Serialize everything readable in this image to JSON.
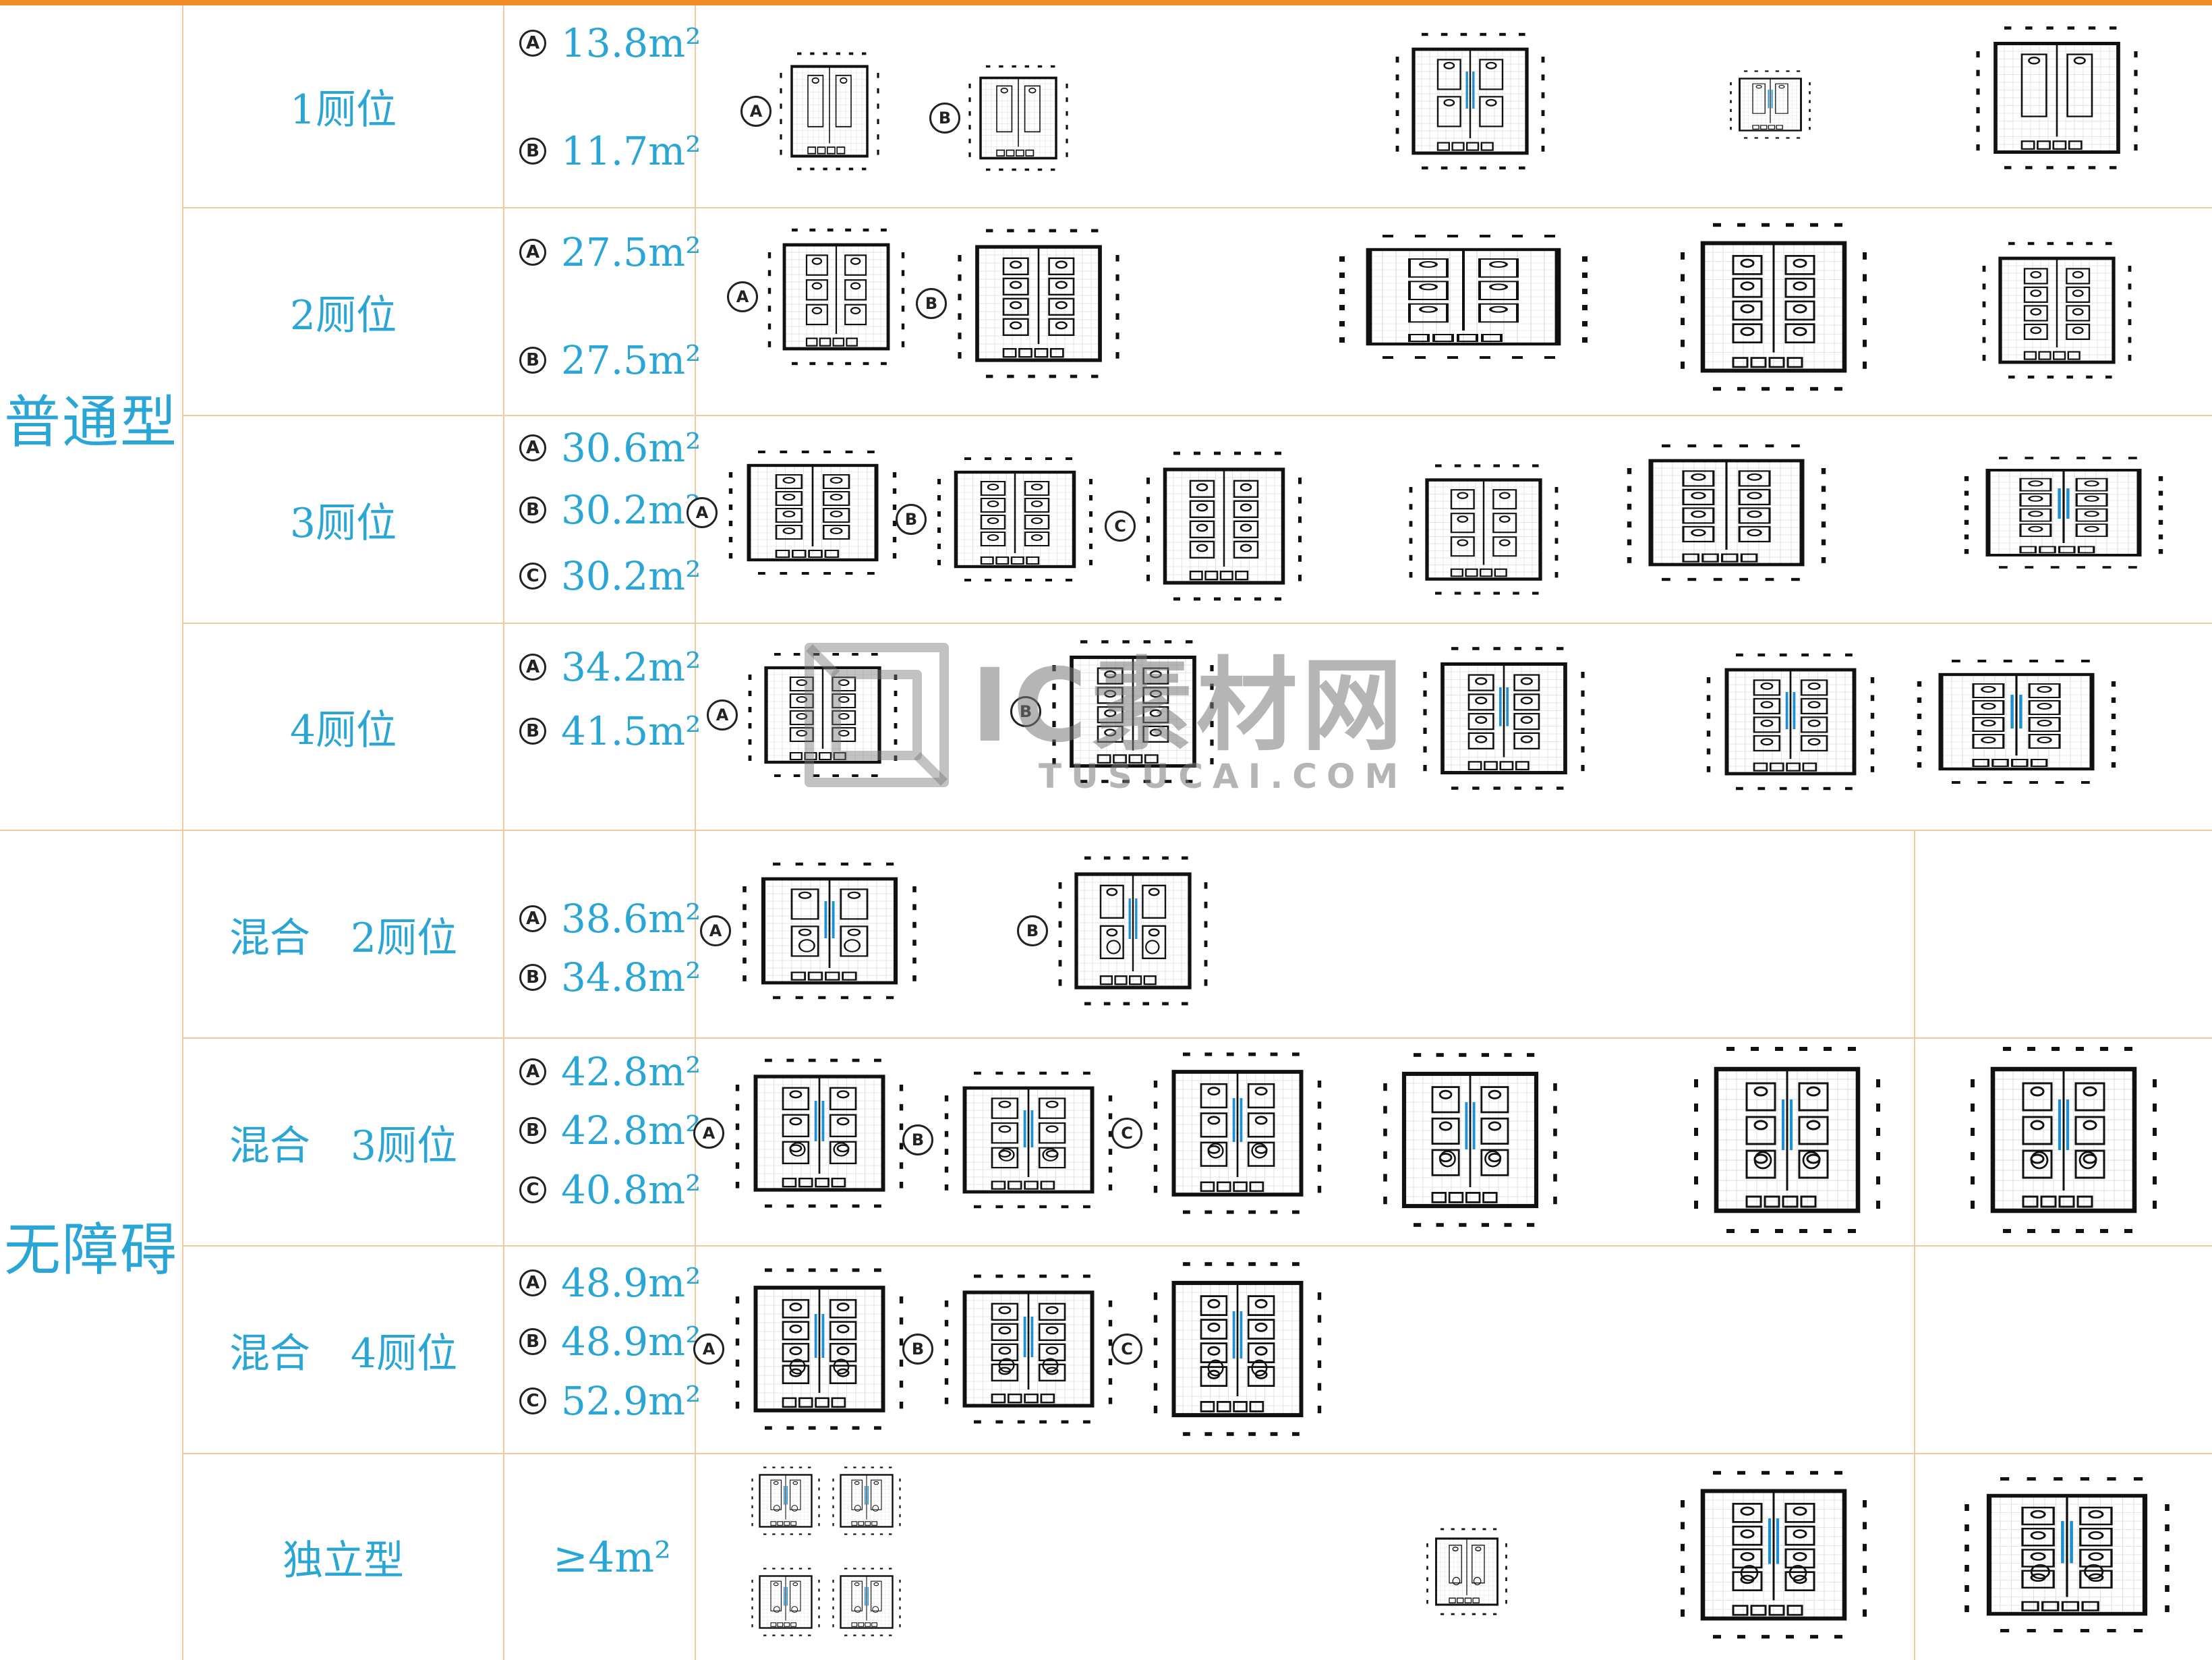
{
  "colors": {
    "accent": "#2aa6d6",
    "topbar": "#f08a24",
    "gridline": "#f3c9a0"
  },
  "categories": [
    {
      "label": "普通型"
    },
    {
      "label": "无障碍"
    }
  ],
  "rows": [
    {
      "name": "1厕位",
      "areas": [
        {
          "badge": "A",
          "value": "13.8m²"
        },
        {
          "badge": "B",
          "value": "11.7m²"
        }
      ]
    },
    {
      "name": "2厕位",
      "areas": [
        {
          "badge": "A",
          "value": "27.5m²"
        },
        {
          "badge": "B",
          "value": "27.5m²"
        }
      ]
    },
    {
      "name": "3厕位",
      "areas": [
        {
          "badge": "A",
          "value": "30.6m²"
        },
        {
          "badge": "B",
          "value": "30.2m²"
        },
        {
          "badge": "C",
          "value": "30.2m²"
        }
      ]
    },
    {
      "name": "4厕位",
      "areas": [
        {
          "badge": "A",
          "value": "34.2m²"
        },
        {
          "badge": "B",
          "value": "41.5m²"
        }
      ]
    },
    {
      "name": "混合　2厕位",
      "areas": [
        {
          "badge": "A",
          "value": "38.6m²"
        },
        {
          "badge": "B",
          "value": "34.8m²"
        }
      ]
    },
    {
      "name": "混合　3厕位",
      "areas": [
        {
          "badge": "A",
          "value": "42.8m²"
        },
        {
          "badge": "B",
          "value": "42.8m²"
        },
        {
          "badge": "C",
          "value": "40.8m²"
        }
      ]
    },
    {
      "name": "混合　4厕位",
      "areas": [
        {
          "badge": "A",
          "value": "48.9m²"
        },
        {
          "badge": "B",
          "value": "48.9m²"
        },
        {
          "badge": "C",
          "value": "52.9m²"
        }
      ]
    },
    {
      "name": "独立型",
      "area_text": "≥4m²"
    }
  ],
  "plan_labels": [
    "A",
    "B",
    "C"
  ],
  "watermark": {
    "main": "IC素材网",
    "sub": "TUSUCAI.COM"
  }
}
